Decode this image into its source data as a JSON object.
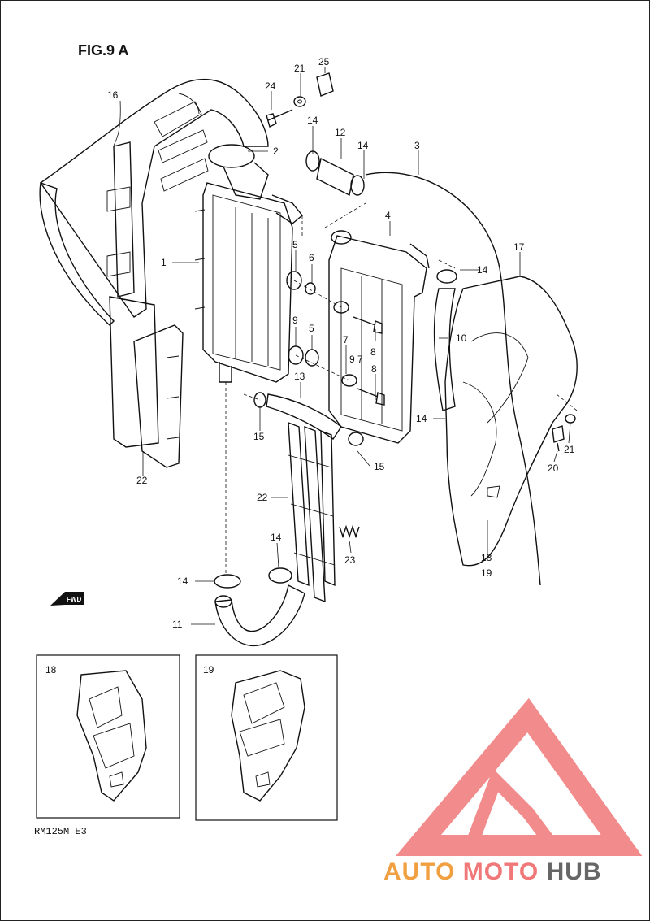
{
  "figure_title": "FIG.9 A",
  "model_code": "RM125M  E3",
  "direction_label": "FWD",
  "inset_labels": [
    "18",
    "19"
  ],
  "watermark": {
    "part1": "AUTO",
    "part2": "MOTO",
    "part3": "HUB",
    "color_primary": "#f0a040",
    "color_secondary": "#f07878",
    "color_dark": "#666666"
  },
  "callouts": [
    "1",
    "2",
    "3",
    "4",
    "5",
    "5",
    "6",
    "7",
    "7",
    "8",
    "8",
    "9",
    "9",
    "10",
    "11",
    "12",
    "13",
    "14",
    "14",
    "14",
    "14",
    "14",
    "14",
    "15",
    "15",
    "16",
    "17",
    "18",
    "19",
    "20",
    "21",
    "21",
    "22",
    "22",
    "23",
    "24",
    "25"
  ]
}
